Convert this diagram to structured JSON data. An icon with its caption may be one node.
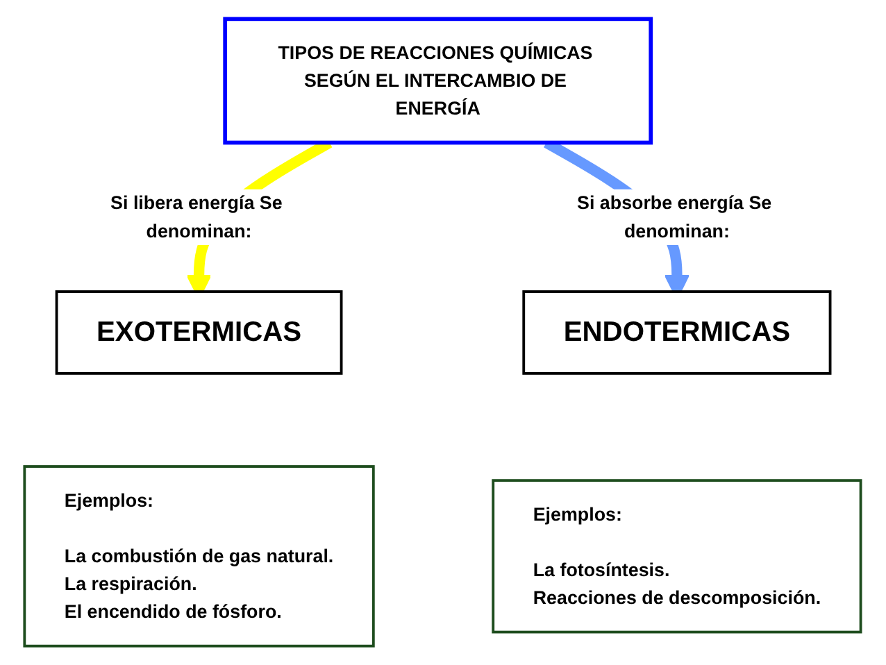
{
  "diagram": {
    "nodes": [
      {
        "text": [
          "TIPOS DE REACCIONES QUÍMICAS SEGÚN EL INTERCAMBIO DE ENERGÍA"
        ]
      },
      {
        "text": [
          "EXOTERMICAS"
        ]
      },
      {
        "text": [
          "ENDOTERMICAS"
        ]
      },
      {
        "text": [
          "Ejemplos:",
          "La combustión de gas natural.",
          "La respiración.",
          "El encendido de fósforo."
        ]
      },
      {
        "text": [
          "Ejemplos:",
          "La fotosíntesis.",
          "Reacciones de descomposición."
        ]
      }
    ],
    "edges": [
      {
        "from": 0,
        "to": 1,
        "arrow": "to",
        "label": "Si libera energía Se denominan:",
        "color": "#ffff00"
      },
      {
        "from": 0,
        "to": 2,
        "arrow": "to",
        "label": "Si absorbe energía Se denominan:",
        "color": "#6699ff"
      }
    ]
  }
}
